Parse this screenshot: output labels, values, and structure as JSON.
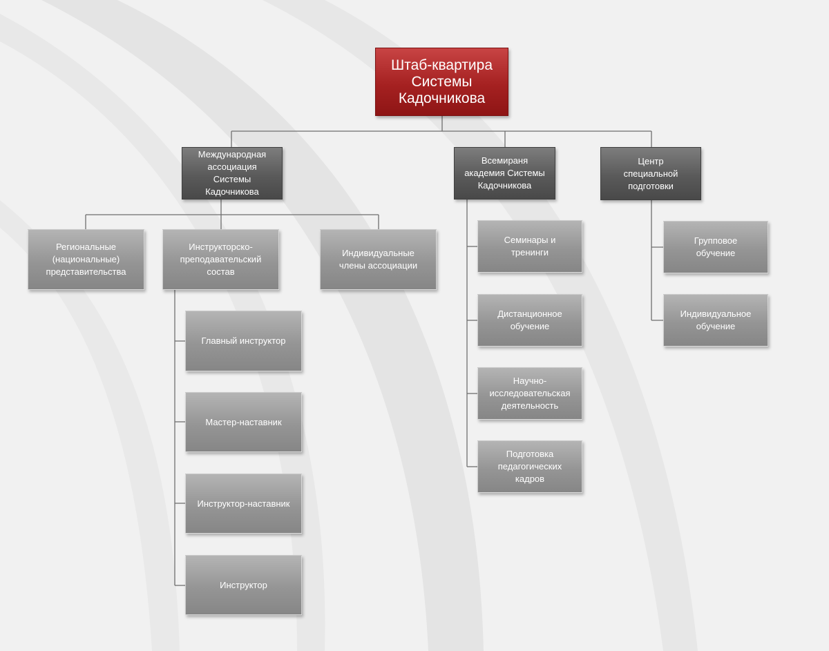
{
  "diagram": {
    "root": {
      "label": "Штаб-квартира\nСистемы\nКадочникова"
    },
    "branches": [
      {
        "label": "Международная\nассоциация\nСистемы\nКадочникова"
      },
      {
        "label": "Всемираня\nакадемия Системы\nКадочникова"
      },
      {
        "label": "Центр\nспециальной\nподготовки"
      }
    ],
    "association_units": [
      {
        "label": "Региональные\n(национальные)\nпредставительства"
      },
      {
        "label": "Инструкторско-\nпреподавательский\nсостав"
      },
      {
        "label": "Индивидуальные\nчлены ассоциации"
      }
    ],
    "instructor_ranks": [
      {
        "label": "Главный инструктор"
      },
      {
        "label": "Мастер-наставник"
      },
      {
        "label": "Инструктор-наставник"
      },
      {
        "label": "Инструктор"
      }
    ],
    "academy_units": [
      {
        "label": "Семинары и\nтренинги"
      },
      {
        "label": "Дистанционное\nобучение"
      },
      {
        "label": "Научно-\nисследовательская\nдеятельность"
      },
      {
        "label": "Подготовка\nпедагогических\nкадров"
      }
    ],
    "center_units": [
      {
        "label": "Групповое\nобучение"
      },
      {
        "label": "Индивидуальное\nобучение"
      }
    ]
  },
  "colors": {
    "root": "#a52121",
    "branch": "#5a5a5a",
    "unit": "#959595",
    "connector": "#6e6e6e",
    "background": "#f1f1f1"
  }
}
